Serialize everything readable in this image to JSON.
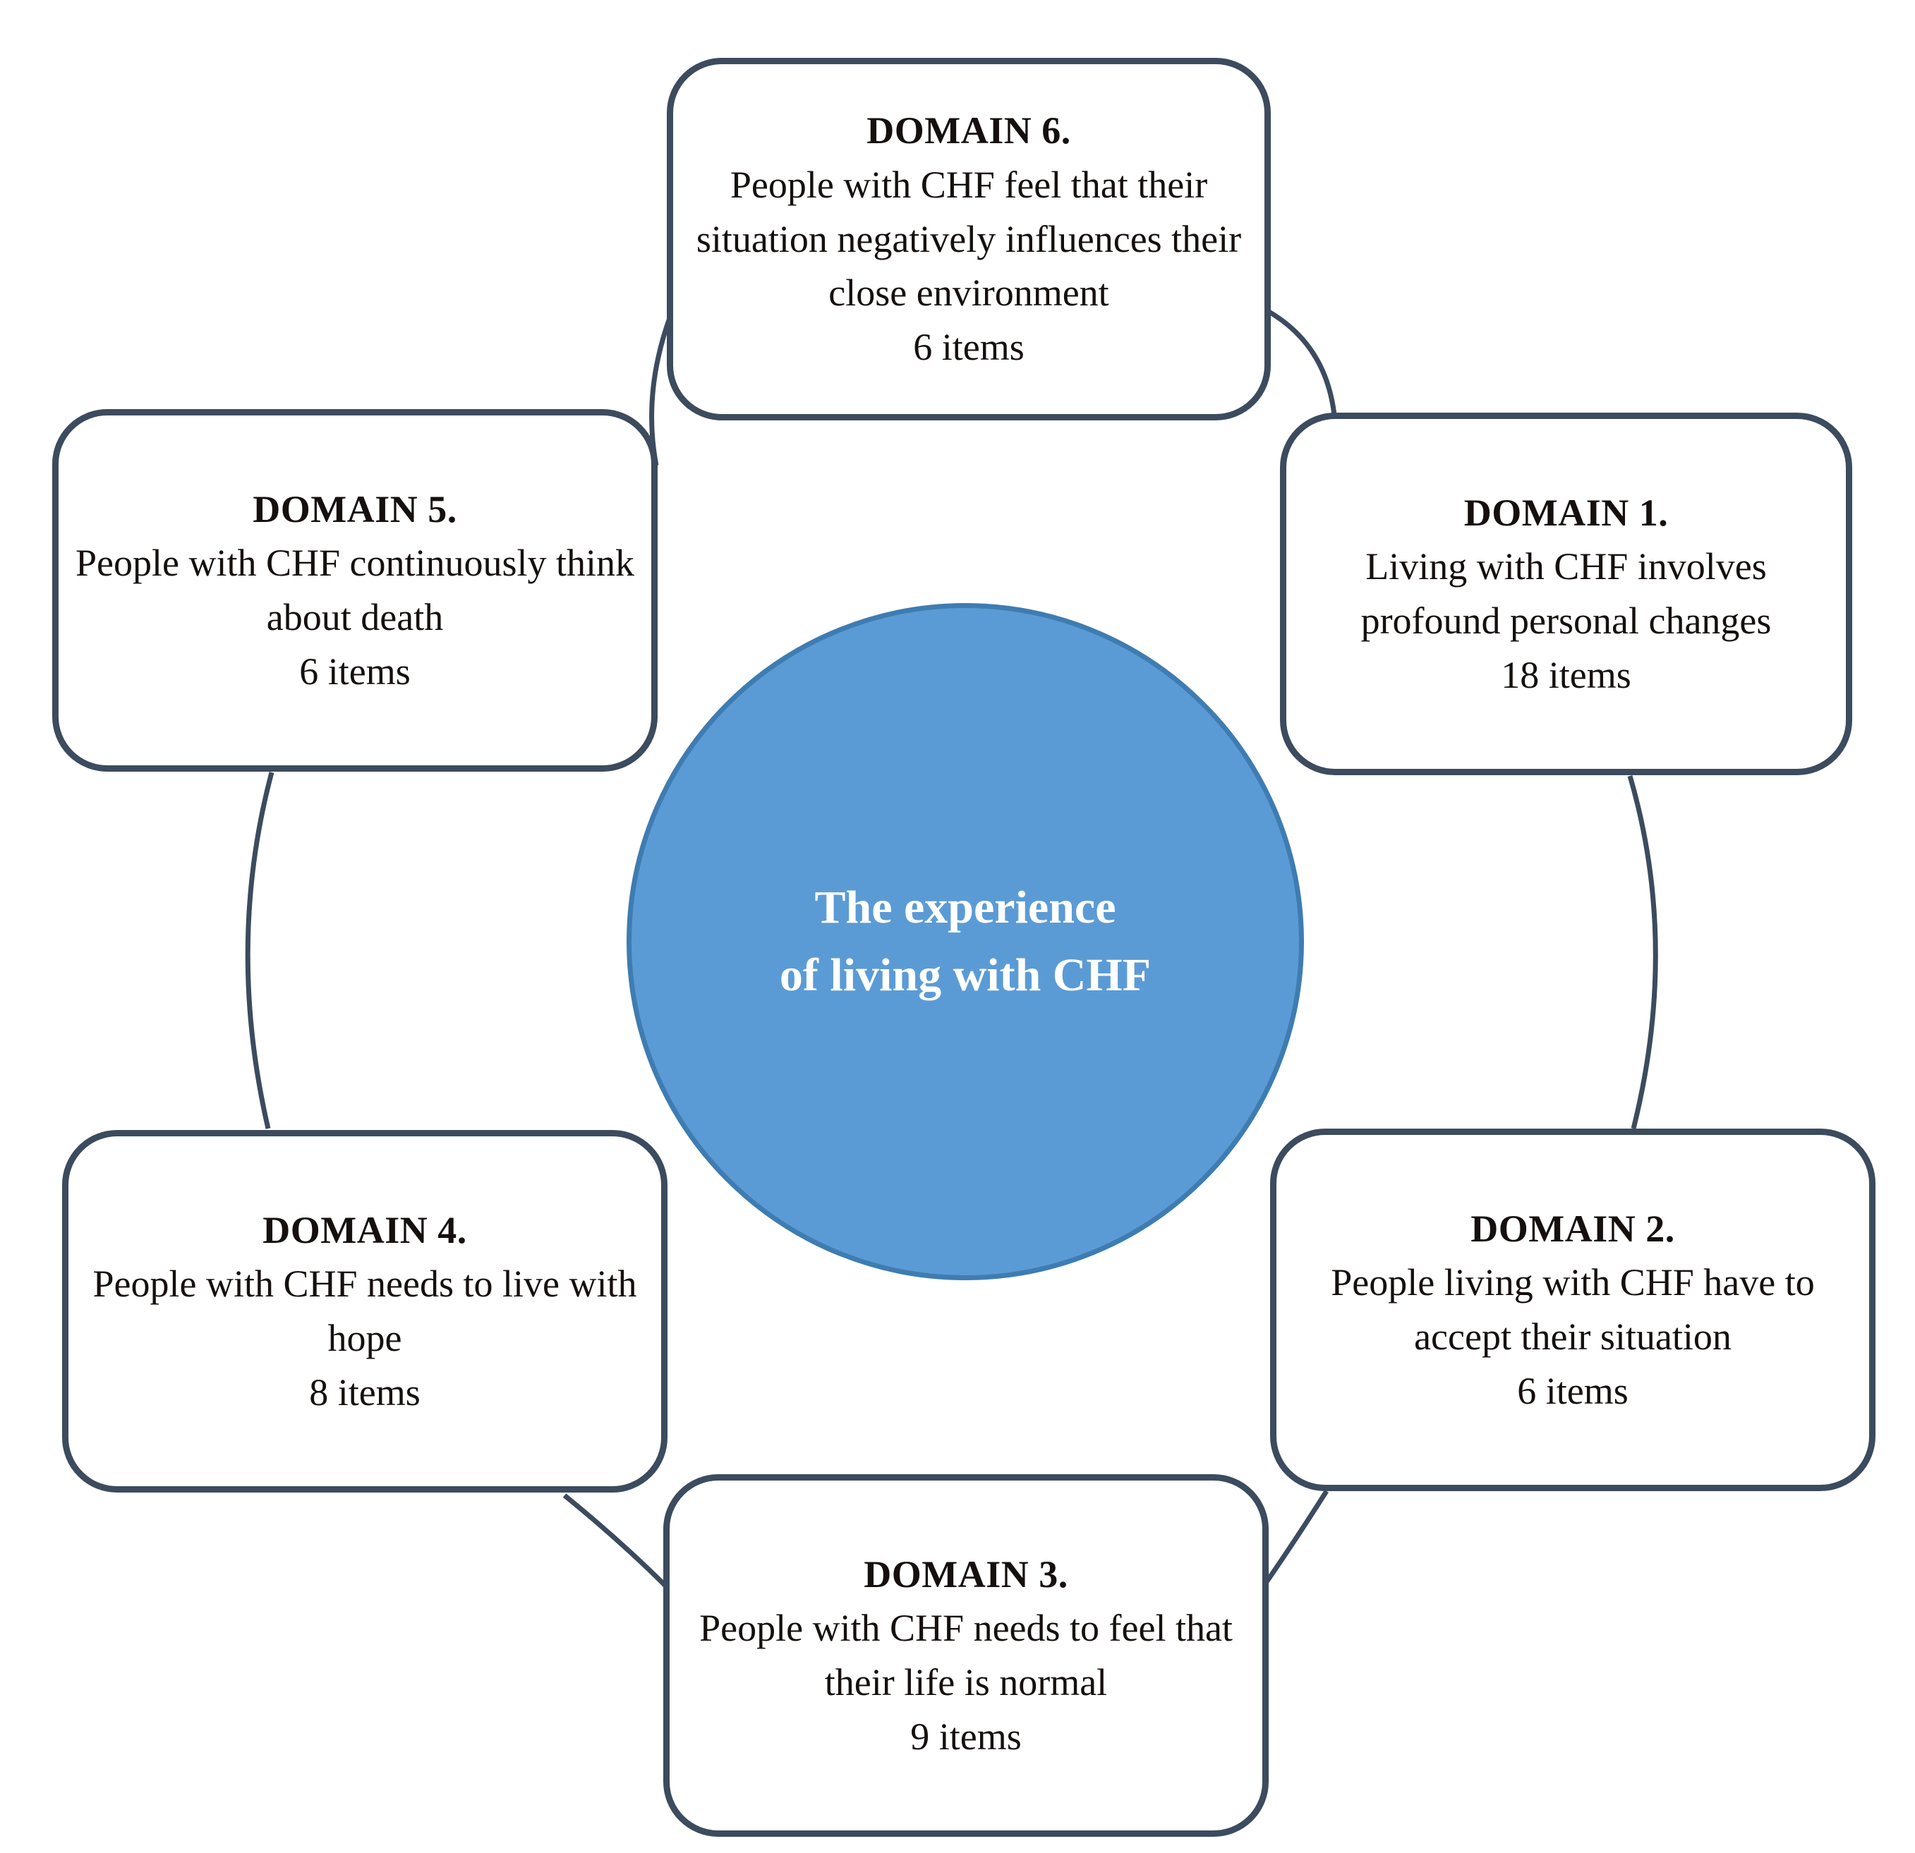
{
  "center": {
    "label": "The experience\nof living with CHF",
    "fill_color": "#5b9bd5",
    "border_color": "#3e7cb1"
  },
  "style": {
    "box_border_color": "#3c4b5e",
    "connector_color": "#3c4b5e",
    "text_color": "#15100e",
    "background": "#ffffff"
  },
  "domains": [
    {
      "title": "DOMAIN 6.",
      "description": "People with CHF feel that their situation negatively influences their close environment",
      "items": "6 items"
    },
    {
      "title": "DOMAIN 5.",
      "description": "People with CHF continuously think about death",
      "items": "6 items"
    },
    {
      "title": "DOMAIN 1.",
      "description": "Living with CHF involves profound personal changes",
      "items": "18 items"
    },
    {
      "title": "DOMAIN 4.",
      "description": "People with CHF needs to live with hope",
      "items": "8 items"
    },
    {
      "title": "DOMAIN 2.",
      "description": "People living with CHF have to accept their situation",
      "items": "6 items"
    },
    {
      "title": "DOMAIN 3.",
      "description": "People with CHF needs to feel that their life is normal",
      "items": "9 items"
    }
  ]
}
